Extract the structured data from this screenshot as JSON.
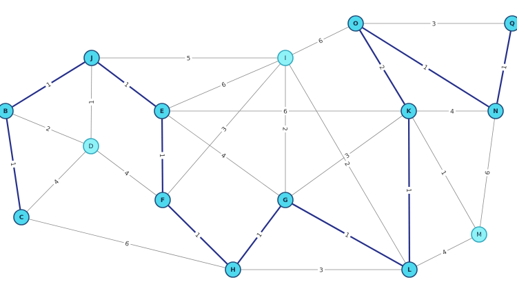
{
  "graph": {
    "colors": {
      "node_fill_bold": "#4fd9ef",
      "node_fill_light": "#8ff2f7",
      "node_stroke_bold": "#1f4e7a",
      "node_stroke_light": "#35a9bf",
      "edge": "#8a8a8a",
      "edge_highlight": "#26308a"
    },
    "nodes": [
      {
        "id": "A",
        "label": "O",
        "style": "bold"
      },
      {
        "id": "Q",
        "label": "Q",
        "style": "bold"
      },
      {
        "id": "J",
        "label": "J",
        "style": "bold"
      },
      {
        "id": "I",
        "label": "I",
        "style": "light"
      },
      {
        "id": "B",
        "label": "B",
        "style": "bold"
      },
      {
        "id": "E",
        "label": "E",
        "style": "bold"
      },
      {
        "id": "K",
        "label": "K",
        "style": "bold"
      },
      {
        "id": "N",
        "label": "N",
        "style": "bold"
      },
      {
        "id": "D",
        "label": "D",
        "style": "light"
      },
      {
        "id": "F",
        "label": "F",
        "style": "bold"
      },
      {
        "id": "G",
        "label": "G",
        "style": "bold"
      },
      {
        "id": "C",
        "label": "C",
        "style": "bold"
      },
      {
        "id": "M",
        "label": "M",
        "style": "light"
      },
      {
        "id": "H",
        "label": "H",
        "style": "bold"
      },
      {
        "id": "L",
        "label": "L",
        "style": "bold"
      }
    ],
    "edges": [
      {
        "from": "A",
        "to": "Q",
        "weight": "3",
        "highlight": false
      },
      {
        "from": "A",
        "to": "I",
        "weight": "6",
        "highlight": false
      },
      {
        "from": "A",
        "to": "K",
        "weight": "2",
        "highlight": true
      },
      {
        "from": "A",
        "to": "N",
        "weight": "1",
        "highlight": true
      },
      {
        "from": "Q",
        "to": "N",
        "weight": "1",
        "highlight": true
      },
      {
        "from": "J",
        "to": "I",
        "weight": "5",
        "highlight": false
      },
      {
        "from": "J",
        "to": "B",
        "weight": "1",
        "highlight": true
      },
      {
        "from": "J",
        "to": "E",
        "weight": "1",
        "highlight": true
      },
      {
        "from": "J",
        "to": "D",
        "weight": "1",
        "highlight": false
      },
      {
        "from": "I",
        "to": "E",
        "weight": "6",
        "highlight": false
      },
      {
        "from": "I",
        "to": "F",
        "weight": "3",
        "highlight": false
      },
      {
        "from": "I",
        "to": "G",
        "weight": "2",
        "highlight": false
      },
      {
        "from": "I",
        "to": "L",
        "weight": "2",
        "highlight": false
      },
      {
        "from": "E",
        "to": "K",
        "weight": "6",
        "highlight": false
      },
      {
        "from": "E",
        "to": "F",
        "weight": "1",
        "highlight": true
      },
      {
        "from": "E",
        "to": "G",
        "weight": "4",
        "highlight": false
      },
      {
        "from": "K",
        "to": "N",
        "weight": "4",
        "highlight": false
      },
      {
        "from": "K",
        "to": "G",
        "weight": "3",
        "highlight": false
      },
      {
        "from": "K",
        "to": "L",
        "weight": "1",
        "highlight": true
      },
      {
        "from": "K",
        "to": "M",
        "weight": "1",
        "highlight": false
      },
      {
        "from": "N",
        "to": "M",
        "weight": "6",
        "highlight": false
      },
      {
        "from": "B",
        "to": "D",
        "weight": "2",
        "highlight": false
      },
      {
        "from": "B",
        "to": "C",
        "weight": "1",
        "highlight": true
      },
      {
        "from": "D",
        "to": "C",
        "weight": "4",
        "highlight": false
      },
      {
        "from": "D",
        "to": "F",
        "weight": "4",
        "highlight": false
      },
      {
        "from": "F",
        "to": "H",
        "weight": "1",
        "highlight": true
      },
      {
        "from": "G",
        "to": "H",
        "weight": "1",
        "highlight": true
      },
      {
        "from": "G",
        "to": "L",
        "weight": "1",
        "highlight": true
      },
      {
        "from": "C",
        "to": "H",
        "weight": "6",
        "highlight": false
      },
      {
        "from": "H",
        "to": "L",
        "weight": "3",
        "highlight": false
      },
      {
        "from": "M",
        "to": "L",
        "weight": "4",
        "highlight": false
      }
    ]
  }
}
